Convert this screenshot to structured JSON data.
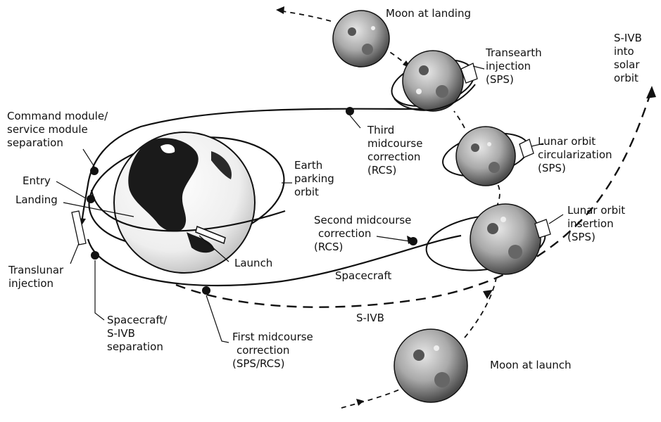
{
  "labels": {
    "moon_at_landing": "Moon at landing",
    "sivb_solar": [
      "S-IVB",
      "into",
      "solar",
      "orbit"
    ],
    "transearth": [
      "Transearth",
      "injection",
      "(SPS)"
    ],
    "third_mcc": [
      "Third",
      "midcourse",
      "correction",
      "(RCS)"
    ],
    "cm_sm_sep": [
      "Command module/",
      "service module",
      "separation"
    ],
    "lunar_circ": [
      "Lunar orbit",
      "circularization",
      "(SPS)"
    ],
    "earth_parking": [
      "Earth",
      "parking",
      "orbit"
    ],
    "entry": "Entry",
    "landing": "Landing",
    "second_mcc": [
      "Second midcourse",
      "correction",
      "(RCS)"
    ],
    "lunar_insertion": [
      "Lunar orbit",
      "insertion",
      "(SPS)"
    ],
    "launch": "Launch",
    "spacecraft": "Spacecraft",
    "translunar": [
      "Translunar",
      "injection"
    ],
    "sc_sivb_sep": [
      "Spacecraft/",
      "S-IVB",
      "separation"
    ],
    "sivb_path": "S-IVB",
    "first_mcc": [
      "First midcourse",
      "correction",
      "(SPS/RCS)"
    ],
    "moon_at_launch": "Moon at launch"
  },
  "colors": {
    "ink": "#111111",
    "earth_ocean": "#f4f4f4",
    "earth_land": "#1a1a1a",
    "moon_light": "#d9d9d9",
    "moon_dark": "#6e6e6e"
  }
}
